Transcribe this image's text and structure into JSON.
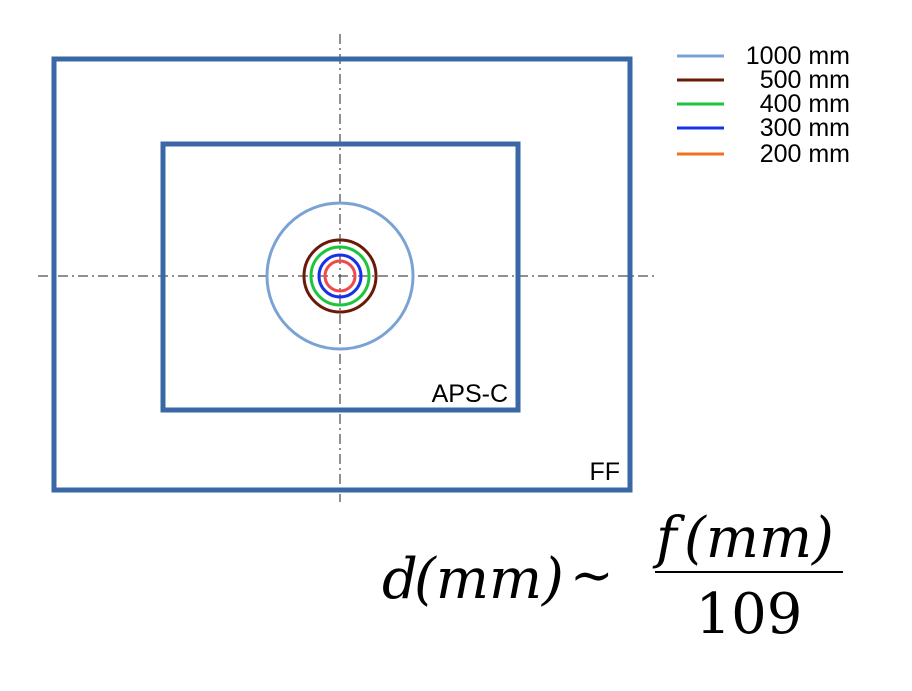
{
  "frames": {
    "ff_label": "FF",
    "apsc_label": "APS-C",
    "frame_color": "#3a68a6"
  },
  "legend": [
    {
      "label": "1000 mm",
      "color": "#7aa3d4"
    },
    {
      "label": "500 mm",
      "color": "#6b1a0a"
    },
    {
      "label": "400 mm",
      "color": "#1ec43c"
    },
    {
      "label": "300 mm",
      "color": "#1433e6"
    },
    {
      "label": "200 mm",
      "color": "#f07020"
    }
  ],
  "circles": [
    {
      "name": "1000mm",
      "color": "#7aa3d4"
    },
    {
      "name": "500mm",
      "color": "#6b1a0a"
    },
    {
      "name": "400mm",
      "color": "#1ec43c"
    },
    {
      "name": "300mm",
      "color": "#1433e6"
    },
    {
      "name": "200mm",
      "color": "#ee4a4a"
    }
  ],
  "formula": {
    "lhs_var": "d",
    "lhs_unit": "(mm)",
    "relation": "∼",
    "num_var": "f",
    "num_unit": "(mm)",
    "denominator": "109"
  }
}
